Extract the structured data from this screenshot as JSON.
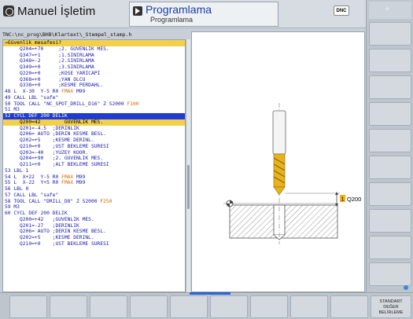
{
  "header": {
    "mode_machine": "Manuel İşletim",
    "mode_program_title": "Programlama",
    "mode_program_sub": "Programlama",
    "dnc_label": "DNC"
  },
  "program": {
    "path": "TNC:\\nc_prog\\BHB\\Klartext\\_Stempel_stamp.h",
    "lines": [
      {
        "text": "→Güvenlik mesafesi?",
        "style": "hl-y"
      },
      {
        "text": "     Q204=+70     ;2. GUVENLIK MES."
      },
      {
        "text": "     Q347=+1      ;1.SINIRLAMA"
      },
      {
        "text": "     Q348=-2      ;2.SINIRLAMA"
      },
      {
        "text": "     Q349=+0      ;3.SINIRLAMA"
      },
      {
        "text": "     Q220=+0      ;KOSE YARICAPI"
      },
      {
        "text": "     Q368=+0      ;YAN OLCU"
      },
      {
        "text": "     Q338=+0      ;KESME PERDAHL."
      },
      {
        "text": "48 L  X-30  Y-5 R0 ",
        "orange": "FMAX",
        "tail": " M99"
      },
      {
        "text": "49 CALL LBL \"safe\""
      },
      {
        "text": "50 TOOL CALL \"NC_SPOT_DRILL_D16\" Z S2000 ",
        "orange": "F100"
      },
      {
        "text": "51 M3"
      },
      {
        "text": "52 CYCL DEF 200 DELIK",
        "style": "hl-b"
      },
      {
        "text": "     Q200=42",
        "cursor": " ",
        "tail": "       GUVENLIK MES.",
        "style": "hl-y"
      },
      {
        "text": "     Q201=-4.5  ;DERINLIK"
      },
      {
        "text": "     Q206= AUTO ;DERIN KESME BESL."
      },
      {
        "text": "     Q202=+5    ;KESME DERINL."
      },
      {
        "text": "     Q210=+0    ;UST BEKLEME SURESI"
      },
      {
        "text": "     Q203=-40   ;YUZEY KOOR."
      },
      {
        "text": "     Q204=+90   ;2. GUVENLIK MES."
      },
      {
        "text": "     Q211=+0    ;ALT BEKLEME SURESI"
      },
      {
        "text": "53 LBL 1"
      },
      {
        "text": "54 L  X+22  Y-5 R0 ",
        "orange": "FMAX",
        "tail": " M99"
      },
      {
        "text": "55 L  X-22  Y+5 R0 ",
        "orange": "FMAX",
        "tail": " M99"
      },
      {
        "text": "56 LBL 0"
      },
      {
        "text": "57 CALL LBL \"safe\""
      },
      {
        "text": "58 TOOL CALL \"DRILL_D8\" Z S2000 ",
        "orange": "F250"
      },
      {
        "text": "59 M3"
      },
      {
        "text": "60 CYCL DEF 200 DELIK"
      },
      {
        "text": "     Q200=+42   ;GUVENLIK MES."
      },
      {
        "text": "     Q201=-27   ;DERINLIK"
      },
      {
        "text": "     Q206= AUTO ;DERIN KESME BESL."
      },
      {
        "text": "     Q202=+5    ;KESME DERINL."
      },
      {
        "text": "     Q210=+0    ;UST BEKLEME SURESI"
      }
    ]
  },
  "graphic": {
    "param_label": "Q200",
    "param_badge": "1",
    "tool_color": "#e8b21e",
    "badge_color": "#f0b020"
  },
  "softkeys": {
    "standard_value": [
      "STANDART",
      "DEĞER",
      "BELİRLEME"
    ]
  }
}
